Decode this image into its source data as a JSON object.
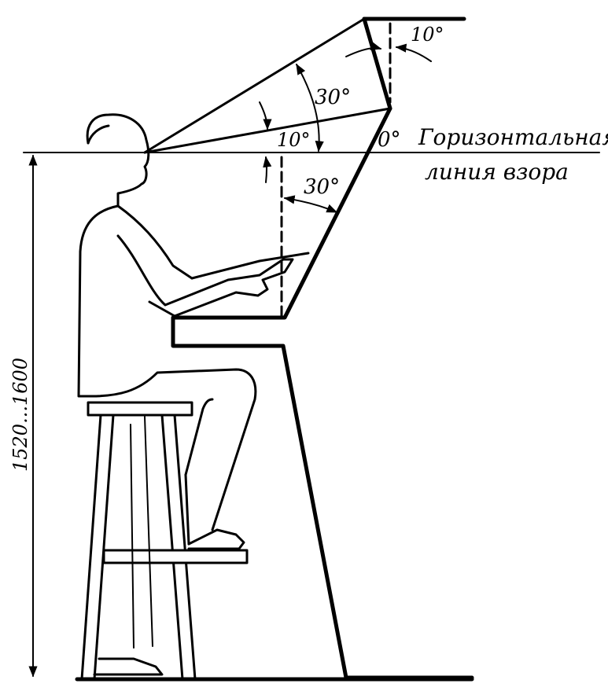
{
  "labels": {
    "angle_top": "10°",
    "angle_view": "30°",
    "angle_below": "10°",
    "zero": "0°",
    "horizontal_line_1": "Горизонтальная",
    "horizontal_line_2": "линия взора",
    "angle_panel": "30°",
    "height": "1520...1600"
  },
  "colors": {
    "ink": "#000000",
    "paper": "#ffffff"
  }
}
